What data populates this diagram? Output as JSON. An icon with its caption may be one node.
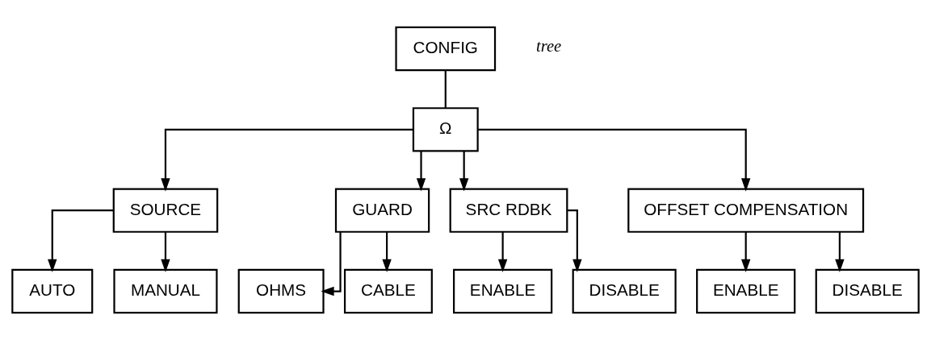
{
  "diagram": {
    "nodes": [
      {
        "text": [
          "CONFIG"
        ]
      },
      {
        "text": [
          "Ω"
        ]
      },
      {
        "text": [
          "SOURCE"
        ]
      },
      {
        "text": [
          "GUARD"
        ]
      },
      {
        "text": [
          "SRC RDBK"
        ]
      },
      {
        "text": [
          "OFFSET COMPENSATION"
        ]
      },
      {
        "text": [
          "AUTO"
        ]
      },
      {
        "text": [
          "MANUAL"
        ]
      },
      {
        "text": [
          "OHMS"
        ]
      },
      {
        "text": [
          "CABLE"
        ]
      },
      {
        "text": [
          "ENABLE"
        ]
      },
      {
        "text": [
          "DISABLE"
        ]
      },
      {
        "text": [
          "ENABLE"
        ]
      },
      {
        "text": [
          "DISABLE"
        ]
      }
    ],
    "edges": [
      {
        "from": 0,
        "to": 1,
        "arrow": "none"
      },
      {
        "from": 1,
        "to": 2,
        "arrow": "to"
      },
      {
        "from": 1,
        "to": 3,
        "arrow": "to"
      },
      {
        "from": 1,
        "to": 4,
        "arrow": "to"
      },
      {
        "from": 1,
        "to": 5,
        "arrow": "to"
      },
      {
        "from": 2,
        "to": 6,
        "arrow": "to"
      },
      {
        "from": 2,
        "to": 7,
        "arrow": "to"
      },
      {
        "from": 3,
        "to": 8,
        "arrow": "to"
      },
      {
        "from": 3,
        "to": 9,
        "arrow": "to"
      },
      {
        "from": 4,
        "to": 10,
        "arrow": "to"
      },
      {
        "from": 4,
        "to": 11,
        "arrow": "to"
      },
      {
        "from": 5,
        "to": 12,
        "arrow": "to"
      },
      {
        "from": 5,
        "to": 13,
        "arrow": "to"
      }
    ],
    "labels": [
      "tree"
    ]
  }
}
